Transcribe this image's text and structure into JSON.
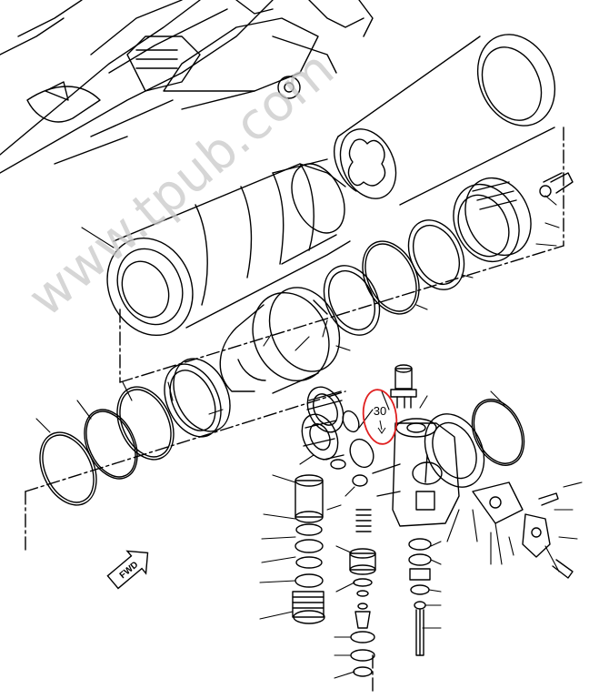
{
  "watermark": "www.tpub.com",
  "callout": {
    "label": "30",
    "ring_color": "#e02020"
  },
  "direction_marker": {
    "label": "FWD"
  },
  "colors": {
    "ink": "#000000",
    "paper": "#ffffff",
    "watermark": "#c8c8c8"
  }
}
